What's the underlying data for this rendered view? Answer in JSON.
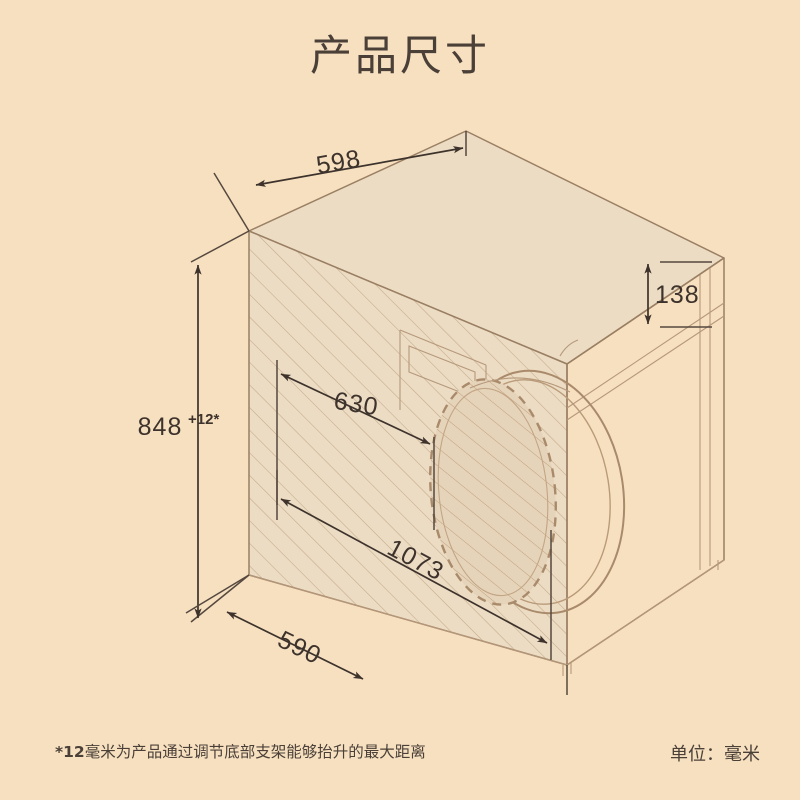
{
  "title": "产品尺寸",
  "footer": {
    "note_marker": "*12",
    "note_text": "毫米为产品通过调节底部支架能够抬升的最大距离",
    "unit_label": "单位：毫米"
  },
  "colors": {
    "background": "#f7e0c0",
    "panel_fill": "#ecdcc3",
    "outline": "#9a7f63",
    "dimension": "#3d332c",
    "text": "#4a4038"
  },
  "product": {
    "type": "front-load-washing-machine",
    "view": "isometric",
    "door_state": "open"
  },
  "chart_data": {
    "type": "table",
    "title": "产品尺寸",
    "unit": "毫米",
    "categories": [
      "598",
      "138",
      "848",
      "630",
      "1073",
      "590"
    ],
    "values": [
      598,
      138,
      848,
      630,
      1073,
      590
    ],
    "measurements": [
      {
        "id": "width-top",
        "label": "598",
        "value": 598,
        "unit": "mm",
        "axis": "width",
        "placement": "top"
      },
      {
        "id": "panel-height",
        "label": "138",
        "value": 138,
        "unit": "mm",
        "axis": "height",
        "placement": "right"
      },
      {
        "id": "total-height",
        "label": "848",
        "value": 848,
        "unit": "mm",
        "axis": "height",
        "placement": "left",
        "tolerance": "+12*"
      },
      {
        "id": "door-open-width",
        "label": "630",
        "value": 630,
        "unit": "mm",
        "axis": "depth",
        "placement": "middle"
      },
      {
        "id": "door-open-depth",
        "label": "1073",
        "value": 1073,
        "unit": "mm",
        "axis": "depth",
        "placement": "lower"
      },
      {
        "id": "base-depth",
        "label": "590",
        "value": 590,
        "unit": "mm",
        "axis": "depth",
        "placement": "bottom"
      }
    ]
  },
  "dimensions": {
    "width_top": "598",
    "panel_height": "138",
    "total_height": "848",
    "total_height_tolerance": "+12*",
    "door_open_width": "630",
    "door_open_depth": "1073",
    "base_depth": "590"
  }
}
